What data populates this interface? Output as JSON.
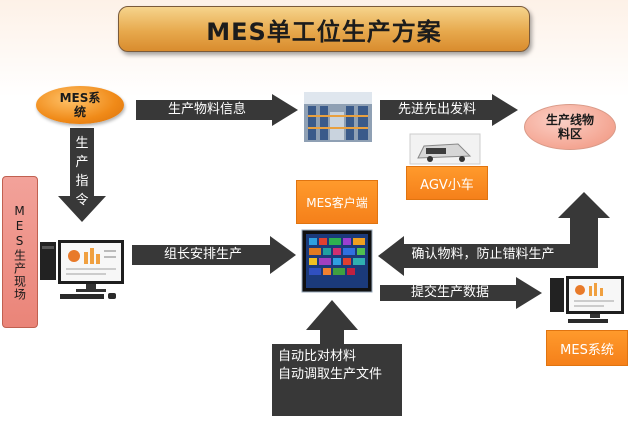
{
  "title": "MES单工位生产方案",
  "nodes": {
    "mes_system_top": "MES系统",
    "material_area": "生产线物料区",
    "mes_client": "MES客户端",
    "agv": "AGV小车",
    "mes_scene": "MES生产现场",
    "mes_system_bottom": "MES系统"
  },
  "arrows": {
    "production_material_info": "生产物料信息",
    "fifo_dispatch": "先进先出发料",
    "production_instruction": "生产指令",
    "team_leader_arrange": "组长安排生产",
    "confirm_material": "确认物料，防止错料生产",
    "submit_data": "提交生产数据",
    "auto_compare": "自动比对材料",
    "auto_fetch_files": "自动调取生产文件"
  },
  "colors": {
    "arrow_dark": "#383838",
    "orange": "#f5801a",
    "title_gold": "#e7a94d"
  },
  "icons": [
    "warehouse-image",
    "agv-image",
    "workstation-computer-icon",
    "tablet-client-icon",
    "server-computer-icon"
  ]
}
